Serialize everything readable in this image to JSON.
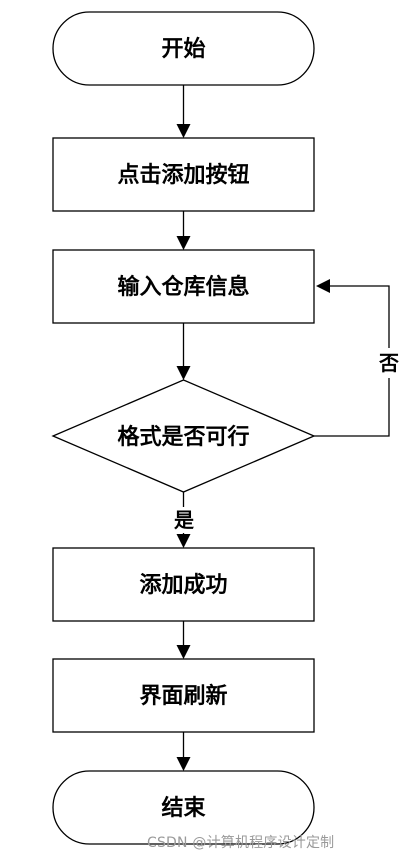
{
  "nodes": {
    "start": "开始",
    "click_add": "点击添加按钮",
    "input_info": "输入仓库信息",
    "check_format": "格式是否可行",
    "add_success": "添加成功",
    "refresh": "界面刷新",
    "end": "结束"
  },
  "edges": {
    "no": "否",
    "yes": "是"
  },
  "watermark": "CSDN @计算机程序设计定制",
  "colors": {
    "stroke": "#000000",
    "fill": "#ffffff",
    "watermark": "#9a9a9a"
  }
}
